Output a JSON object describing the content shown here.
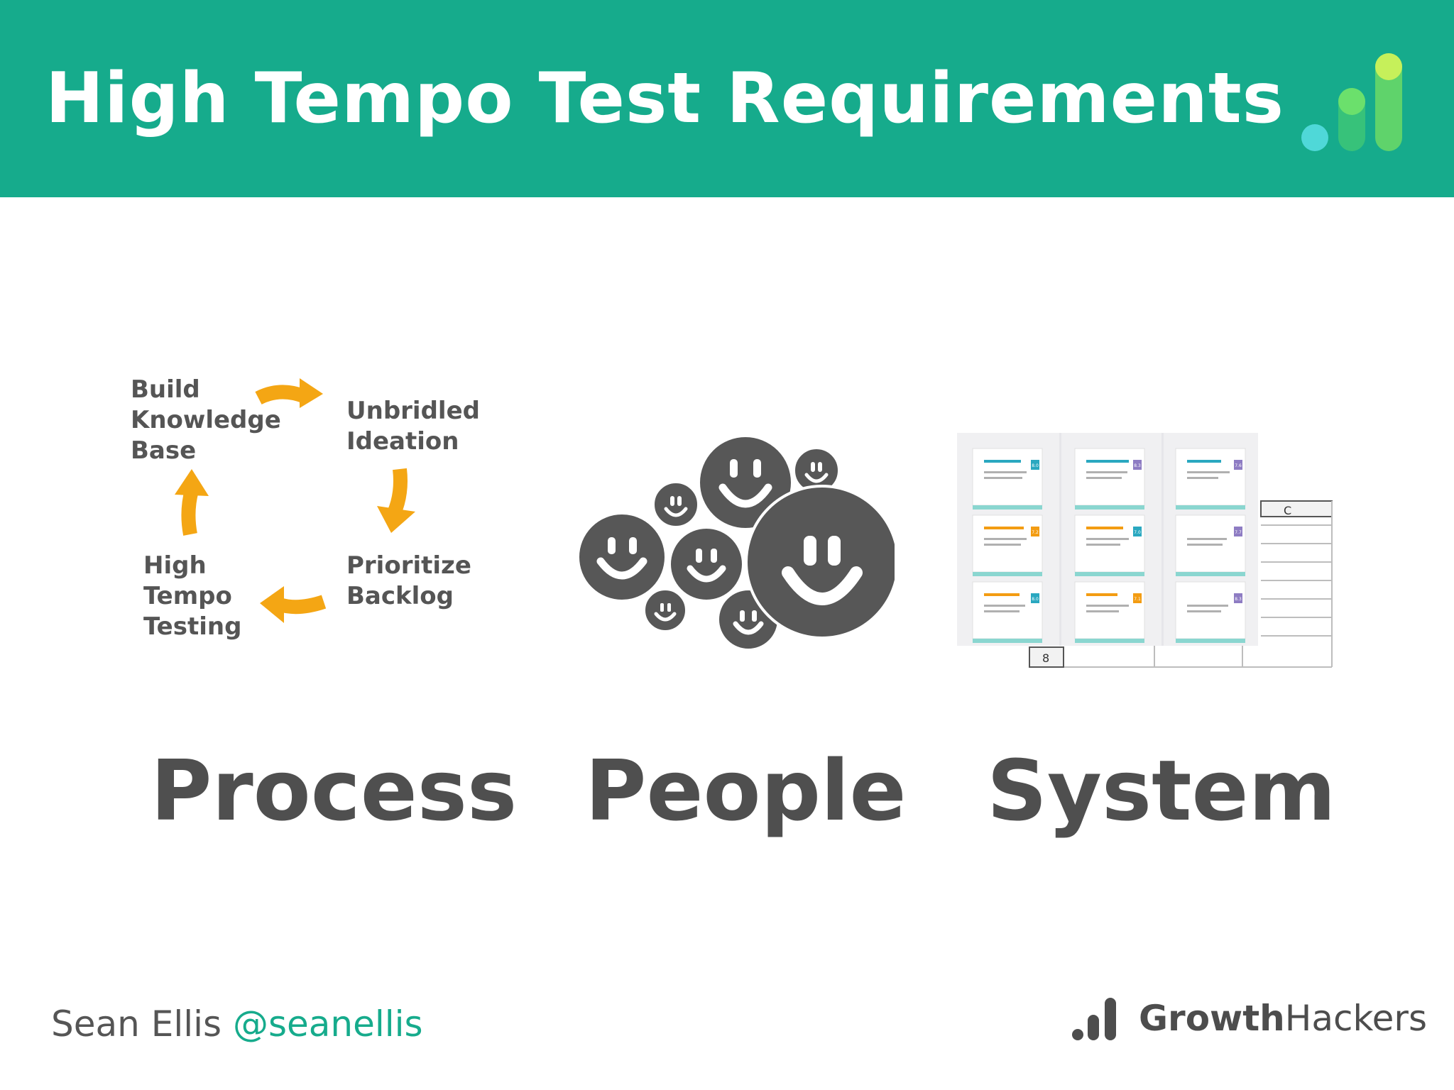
{
  "title": "High Tempo Test Requirements",
  "cycle": {
    "build": "Build\nKnowledge\nBase",
    "ideation": "Unbridled\nIdeation",
    "prioritize": "Prioritize\nBacklog",
    "testing": "High\nTempo\nTesting"
  },
  "pillars": {
    "process": "Process",
    "people": "People",
    "system": "System"
  },
  "footer": {
    "author": "Sean Ellis",
    "handle": "@seanellis",
    "brand_growth": "Growth",
    "brand_hackers": "Hackers"
  },
  "spreadsheet": {
    "column_label": "C",
    "row_label": "8"
  },
  "board": {
    "scores": [
      "8.0",
      "8.3",
      "7.6",
      "7.2",
      "7.0",
      "7.7",
      "8.0",
      "7.1",
      "8.3"
    ]
  },
  "colors": {
    "header": "#16ab8c",
    "arrow": "#f4a614",
    "face": "#575757",
    "text": "#555555"
  }
}
